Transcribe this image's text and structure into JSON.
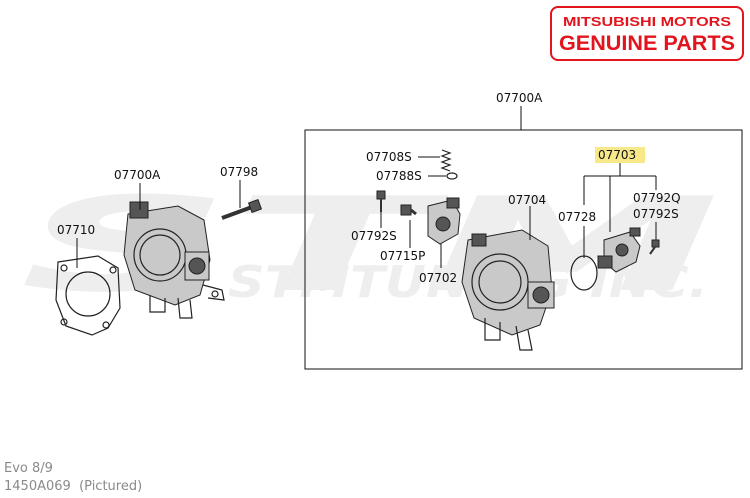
{
  "brand": {
    "line1": "MITSUBISHI MOTORS",
    "line2": "GENUINE PARTS",
    "color": "#e2141d"
  },
  "watermark": {
    "text": "STMTUNING INC."
  },
  "caption": {
    "model": "Evo 8/9",
    "part_number": "1450A069",
    "note": "(Pictured)"
  },
  "callouts": {
    "assembly_top": "07700A",
    "assembly_left": "07700A",
    "bolt": "07798",
    "gasket": "07710",
    "spring": "07708S",
    "clip": "07788S",
    "screw_left": "07792S",
    "screw_tps": "07715P",
    "tps": "07702",
    "body": "07704",
    "isc_group": "07703",
    "oring": "07728",
    "isc_q": "07792Q",
    "isc_s": "07792S"
  },
  "highlight_color": "#f7e98a"
}
